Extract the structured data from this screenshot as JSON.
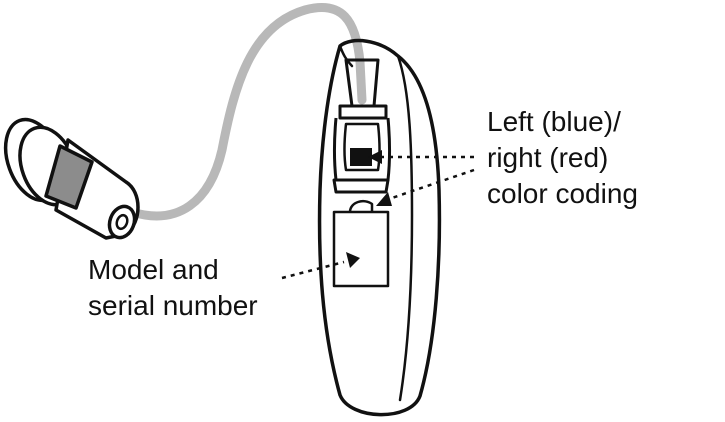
{
  "diagram": {
    "subject": "behind-the-ear hearing aid",
    "callouts": [
      {
        "id": "color-coding",
        "lines": [
          "Left (blue)/",
          "right (red)",
          "color coding"
        ]
      },
      {
        "id": "serial",
        "lines": [
          "Model and",
          "serial number"
        ]
      }
    ],
    "colors": {
      "outline": "#111111",
      "tube": "#b8b8b8",
      "band": "#8c8c8c",
      "leader": "#111111"
    }
  }
}
